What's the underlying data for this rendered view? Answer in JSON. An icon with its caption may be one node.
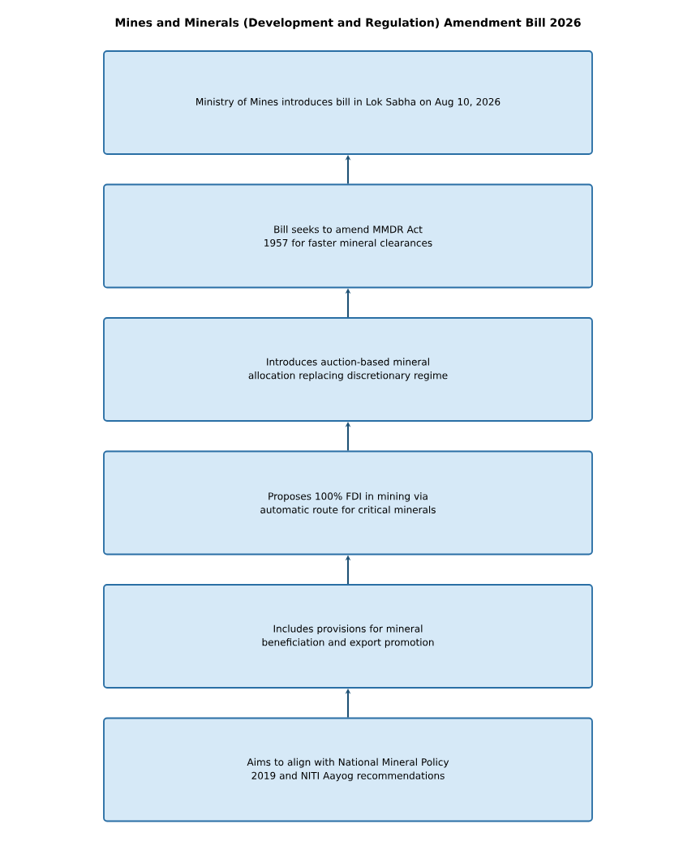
{
  "diagram": {
    "title": "Mines and Minerals (Development and Regulation) Amendment Bill 2026",
    "nodes": [
      {
        "text": [
          "Ministry of Mines introduces bill in Lok Sabha on Aug 10, 2026"
        ]
      },
      {
        "text": [
          "Bill seeks to amend MMDR Act 1957 for faster mineral clearances"
        ]
      },
      {
        "text": [
          "Introduces auction-based mineral allocation replacing discretionary regime"
        ]
      },
      {
        "text": [
          "Proposes 100% FDI in mining via automatic route for critical minerals"
        ]
      },
      {
        "text": [
          "Includes provisions for mineral beneficiation and export promotion"
        ]
      },
      {
        "text": [
          "Aims to align with National Mineral Policy 2019 and NITI Aayog recommendations"
        ]
      }
    ],
    "edges": [
      {
        "from": 1,
        "to": 0,
        "arrow": "to"
      },
      {
        "from": 2,
        "to": 1,
        "arrow": "to"
      },
      {
        "from": 3,
        "to": 2,
        "arrow": "to"
      },
      {
        "from": 4,
        "to": 3,
        "arrow": "to"
      },
      {
        "from": 5,
        "to": 4,
        "arrow": "to"
      }
    ]
  }
}
